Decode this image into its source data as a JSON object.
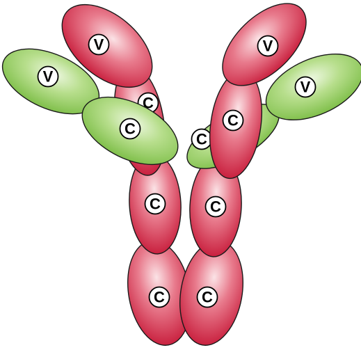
{
  "diagram": {
    "colors": {
      "heavy_chain": "#d83a55",
      "light_chain": "#9ccf6a",
      "outline": "#1a1a1a"
    },
    "domains": [
      {
        "id": "heavy-left-c4",
        "chain": "heavy",
        "label": "C"
      },
      {
        "id": "heavy-right-c4",
        "chain": "heavy",
        "label": "C"
      },
      {
        "id": "heavy-left-c3",
        "chain": "heavy",
        "label": "C"
      },
      {
        "id": "heavy-right-c3",
        "chain": "heavy",
        "label": "C"
      },
      {
        "id": "heavy-left-c1",
        "chain": "heavy",
        "label": "C"
      },
      {
        "id": "light-right-c",
        "chain": "light",
        "label": "C"
      },
      {
        "id": "light-left-v",
        "chain": "light",
        "label": "V"
      },
      {
        "id": "heavy-left-v",
        "chain": "heavy",
        "label": "V"
      },
      {
        "id": "light-left-c",
        "chain": "light",
        "label": "C"
      },
      {
        "id": "light-right-v",
        "chain": "light",
        "label": "V"
      },
      {
        "id": "heavy-right-c1",
        "chain": "heavy",
        "label": "C"
      },
      {
        "id": "heavy-right-v",
        "chain": "heavy",
        "label": "V"
      }
    ]
  }
}
